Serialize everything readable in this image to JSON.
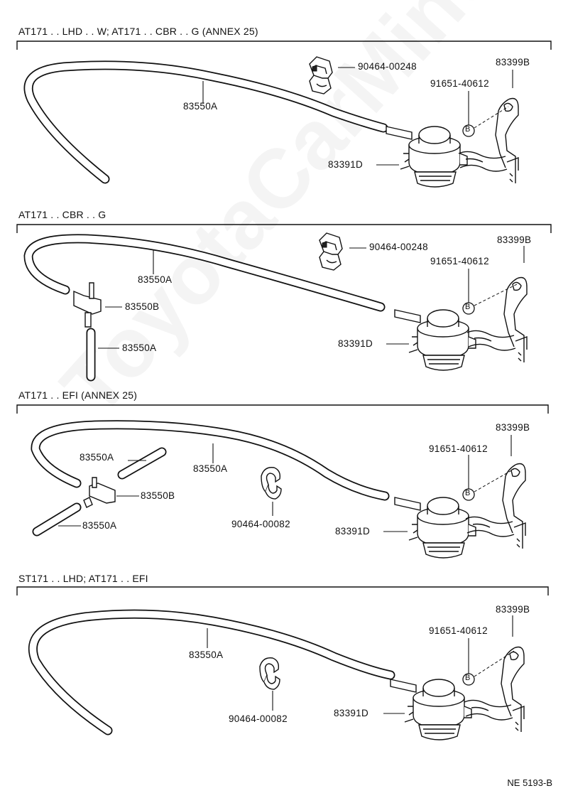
{
  "sections": [
    {
      "title": "AT171 . . LHD . . W; AT171 . . CBR . . G (ANNEX 25)",
      "callouts": {
        "clip": "90464-00248",
        "bracket": "83399B",
        "bolt": "91651-40612",
        "hose_main": "83550A",
        "vsv": "83391D",
        "bolt_marker": "B"
      }
    },
    {
      "title": "AT171 . . CBR . . G",
      "callouts": {
        "clip": "90464-00248",
        "bracket": "83399B",
        "bolt": "91651-40612",
        "hose_main": "83550A",
        "tee": "83550B",
        "hose_short": "83550A",
        "vsv": "83391D",
        "bolt_marker": "B"
      }
    },
    {
      "title": "AT171 . . EFI (ANNEX 25)",
      "callouts": {
        "bracket": "83399B",
        "bolt": "91651-40612",
        "hose_upper": "83550A",
        "hose_main": "83550A",
        "tee": "83550B",
        "hose_lower": "83550A",
        "clip": "90464-00082",
        "vsv": "83391D",
        "bolt_marker": "B"
      }
    },
    {
      "title": "ST171 . . LHD; AT171 . . EFI",
      "callouts": {
        "bracket": "83399B",
        "bolt": "91651-40612",
        "hose_main": "83550A",
        "clip": "90464-00082",
        "vsv": "83391D",
        "bolt_marker": "B"
      }
    }
  ],
  "watermark": "ToyotaCarMine.ru",
  "footer_code": "NE 5193-B"
}
